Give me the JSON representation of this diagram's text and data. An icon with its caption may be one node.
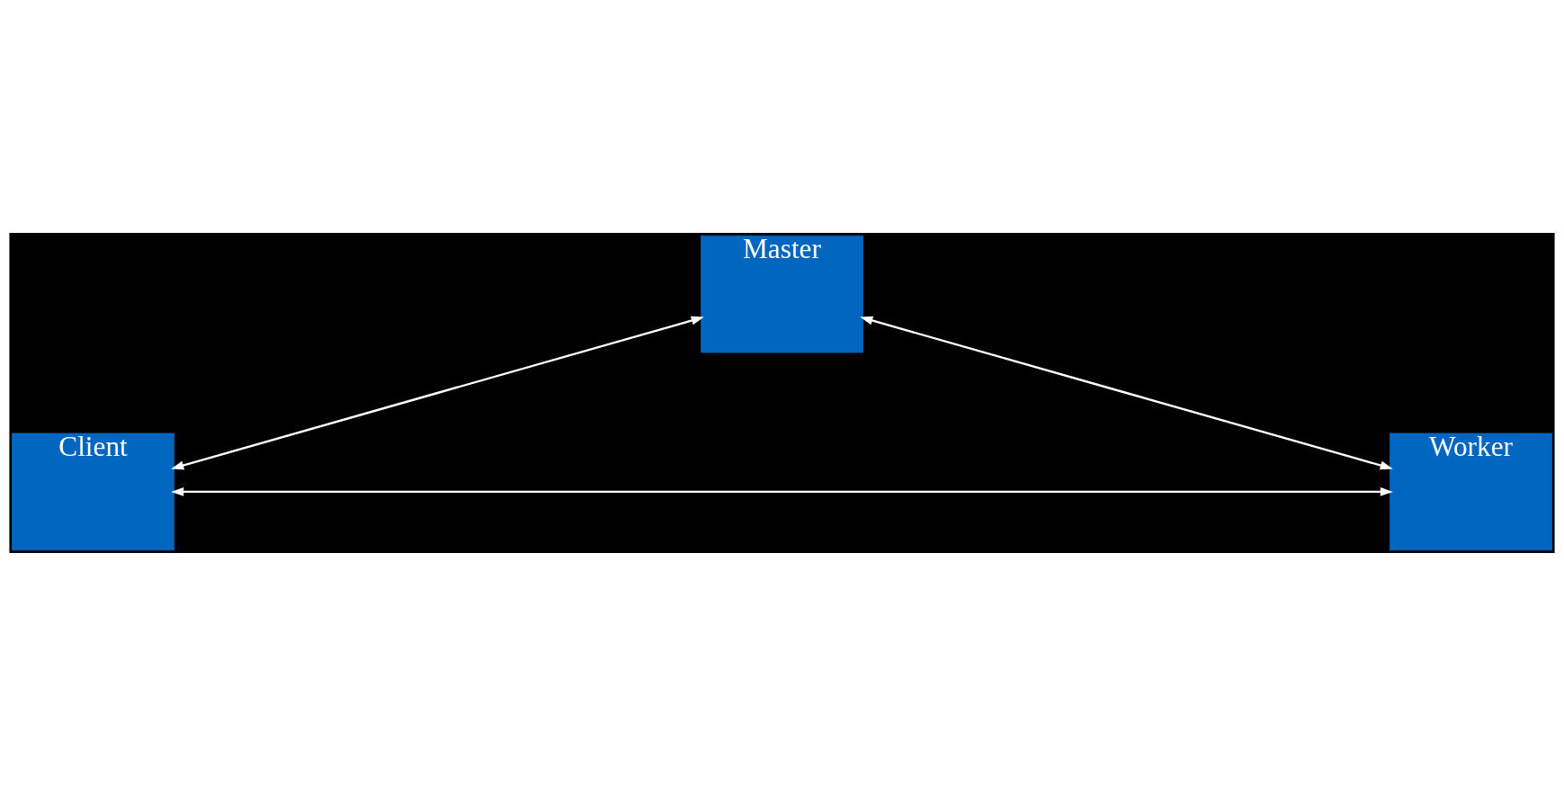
{
  "diagram": {
    "nodes": [
      {
        "text": [
          "Master"
        ]
      },
      {
        "text": [
          "Client"
        ]
      },
      {
        "text": [
          "Worker"
        ]
      }
    ],
    "edges": [
      {
        "from": 1,
        "to": 0,
        "arrow": "both"
      },
      {
        "from": 0,
        "to": 2,
        "arrow": "both"
      },
      {
        "from": 1,
        "to": 2,
        "arrow": "both"
      }
    ]
  }
}
